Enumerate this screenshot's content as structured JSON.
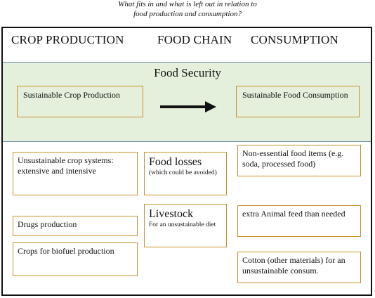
{
  "caption": {
    "line1": "What fits in and what is left out in relation to",
    "line2": "food production and consumption?"
  },
  "headers": {
    "crop_production": "CROP PRODUCTION",
    "food_chain": "FOOD CHAIN",
    "consumption": "CONSUMPTION"
  },
  "food_security": {
    "title": "Food Security",
    "left_box": "Sustainable Crop Production",
    "right_box": "Sustainable Food Consumption"
  },
  "left_items": [
    "Unsustainable crop systems: extensive and intensive",
    "Drugs production",
    "Crops for biofuel production"
  ],
  "middle_items": [
    {
      "title": "Food losses",
      "subtitle": "(which could be avoided)"
    },
    {
      "title": "Livestock",
      "subtitle": "For an unsustainable diet"
    }
  ],
  "right_items": [
    "Non-essential food items (e.g. soda, processed food)",
    "extra Animal feed than needed",
    "Cotton (other materials) for an unsustainable consum."
  ],
  "colors": {
    "band_green": "#e4f0dc",
    "box_border": "#c8902a"
  }
}
